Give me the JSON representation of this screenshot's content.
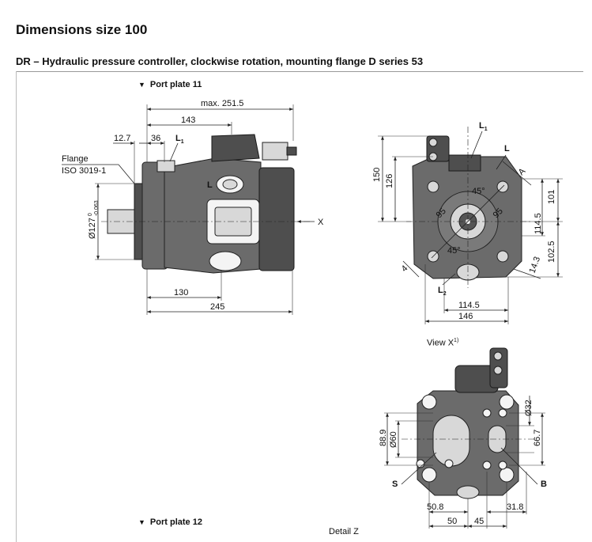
{
  "page": {
    "title": "Dimensions size 100",
    "subtitle": "DR – Hydraulic pressure controller, clockwise rotation, mounting flange D series 53"
  },
  "captions": {
    "port_plate_11": "Port plate 11",
    "port_plate_12": "Port plate 12",
    "view_x": "View X",
    "view_x_sup": "1)",
    "detail_z": "Detail Z"
  },
  "side_view": {
    "max_length": "max. 251.5",
    "len_143": "143",
    "len_36": "36",
    "len_12_7": "12.7",
    "len_130": "130",
    "len_245": "245",
    "flange_label": "Flange",
    "flange_std": "ISO 3019-1",
    "diameter": "Ø127",
    "diameter_tol": "0",
    "diameter_tol2": "-0.063",
    "port_l1": "L",
    "port_l1_sub": "1",
    "port_l": "L",
    "axis_x": "X"
  },
  "front_view": {
    "port_l1": "L",
    "port_l1_sub": "1",
    "port_l": "L",
    "port_l2": "L",
    "port_l2_sub": "2",
    "h150": "150",
    "h126": "126",
    "h101": "101",
    "h114_5": "114.5",
    "h102_5": "102.5",
    "a45_top": "45°",
    "a45_bottom": "45°",
    "r95_left": "95",
    "r95_right": "95",
    "d4": "4",
    "d14_3": "14.3",
    "w114_5": "114.5",
    "w146": "146",
    "section_a": "A"
  },
  "detail_z": {
    "d88_9": "88.9",
    "d60": "Ø60",
    "d32": "Ø32",
    "d66_7": "66.7",
    "port_s": "S",
    "port_b": "B",
    "w50_8": "50.8",
    "w31_8": "31.8",
    "w50": "50",
    "w45": "45"
  },
  "colors": {
    "casting": "#6b6b6b",
    "casting_dark": "#4e4e4e",
    "line": "#222222"
  }
}
